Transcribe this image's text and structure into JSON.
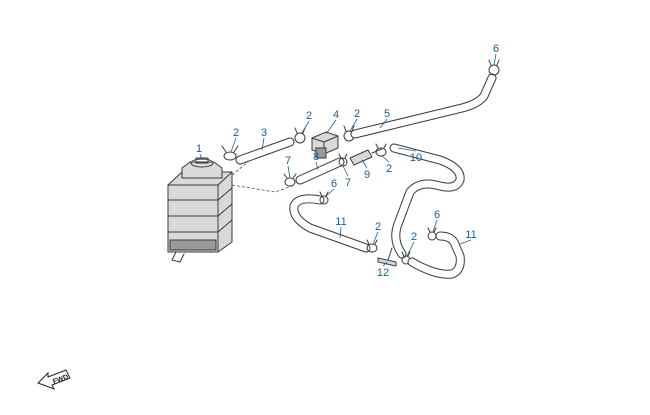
{
  "diagram": {
    "callouts": [
      "1",
      "2",
      "3",
      "2",
      "4",
      "2",
      "5",
      "6",
      "8",
      "7",
      "7",
      "2",
      "9",
      "10",
      "6",
      "11",
      "2",
      "2",
      "6",
      "11",
      "12"
    ],
    "fwd_label": "FWD"
  }
}
